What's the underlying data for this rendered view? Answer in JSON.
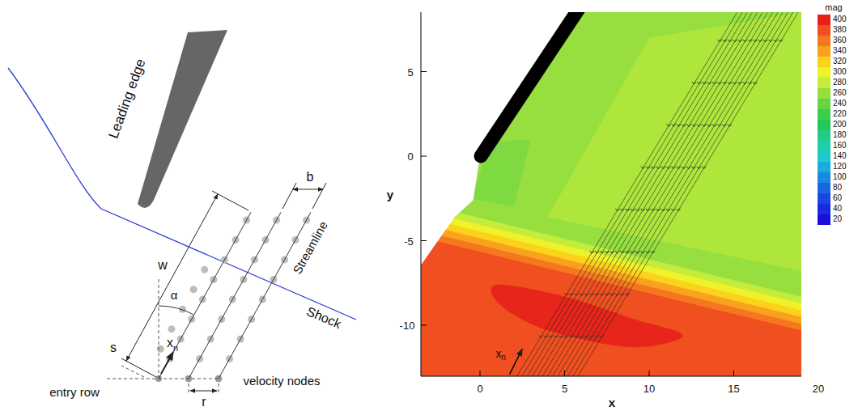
{
  "diagram": {
    "labels": [
      "Leading edge",
      "b",
      "Streamline",
      "w",
      "α",
      "x",
      "n",
      "Shock",
      "s",
      "velocity nodes",
      "entry row",
      "r",
      "5",
      "0",
      "-5",
      "-10",
      "0",
      "5",
      "10",
      "15",
      "20",
      "x",
      "y",
      "x",
      "n",
      "mag"
    ],
    "legend": [
      {
        "text": "400",
        "color": "#e8201a"
      },
      {
        "text": "380",
        "color": "#f04f1f"
      },
      {
        "text": "360",
        "color": "#f5781f"
      },
      {
        "text": "340",
        "color": "#f9a21e"
      },
      {
        "text": "320",
        "color": "#fdd21b"
      },
      {
        "text": "300",
        "color": "#eef22a"
      },
      {
        "text": "280",
        "color": "#c4ec3b"
      },
      {
        "text": "260",
        "color": "#96df3f"
      },
      {
        "text": "240",
        "color": "#66d544"
      },
      {
        "text": "220",
        "color": "#3dcc4b"
      },
      {
        "text": "200",
        "color": "#23c85c"
      },
      {
        "text": "180",
        "color": "#20cc86"
      },
      {
        "text": "160",
        "color": "#20d0ad"
      },
      {
        "text": "140",
        "color": "#1ec9cd"
      },
      {
        "text": "120",
        "color": "#1cade0"
      },
      {
        "text": "100",
        "color": "#1a8ae0"
      },
      {
        "text": "80",
        "color": "#1a66e0"
      },
      {
        "text": "60",
        "color": "#1a45e0"
      },
      {
        "text": "40",
        "color": "#1a2ae0"
      },
      {
        "text": "20",
        "color": "#1a10d8"
      }
    ]
  }
}
